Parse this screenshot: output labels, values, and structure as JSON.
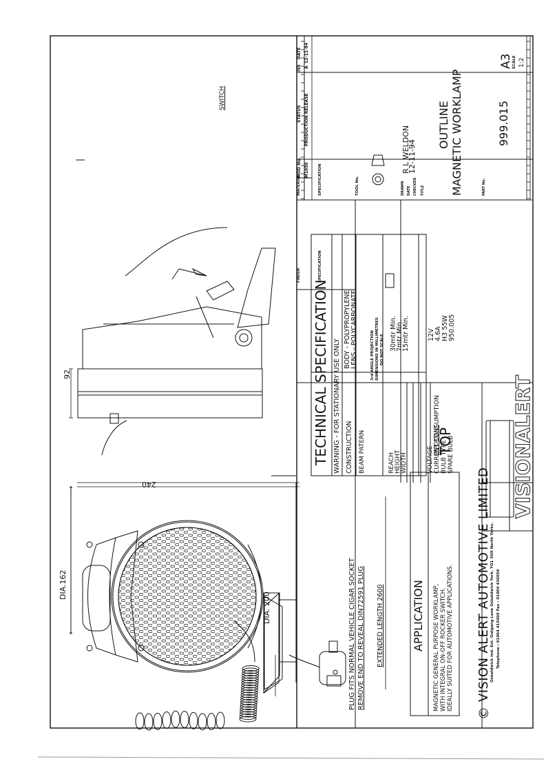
{
  "mod_table": {
    "headers": {
      "mod_no": "MOD No.",
      "status": "STATUS",
      "iss": "ISS",
      "date": "DATE"
    },
    "rows": [
      {
        "mod_no": "M1050",
        "status": "PRODUCTION RELEASE",
        "iss": "A",
        "date": "12-11-94"
      }
    ]
  },
  "material": {
    "label": "MATERIAL",
    "specification_label": "SPECIFICATION"
  },
  "finish": {
    "label": "FINISH",
    "specification_label": "SPECIFICATION"
  },
  "tool_no_label": "TOOL No.",
  "projection": {
    "line1": "3rd ANGLE PROJECTION",
    "line2": "DIMENSIONS IN MILLIMETRES",
    "line3": "DO NOT SCALE"
  },
  "drawn": {
    "label": "DRAWN",
    "value": "R L WELDON"
  },
  "date": {
    "label": "DATE",
    "value": "12-11-94"
  },
  "checked": {
    "label": "CHECKED",
    "value": ""
  },
  "title": {
    "label": "TITLE",
    "line1": "OUTLINE",
    "line2": "MAGNETIC WORKLAMP"
  },
  "part_no": {
    "label": "PART No.",
    "value": "999.015"
  },
  "sheet_size": "A3",
  "scale": {
    "label": "SCALE",
    "value": "1:2"
  },
  "logo_text": "VISIONALERT",
  "company": {
    "copyright": "©",
    "name": "VISION ALERT AUTOMOTIVE LIMITED",
    "address": "Osbaldwick Ind. Est. Outgang Lane Osbaldwick York. YO1 3UX North Yorks.",
    "phone": "Telephone : 01904 415000 Fax : 01904 430059"
  },
  "tech_spec": {
    "title": "TECHNICAL SPECIFICATION",
    "warning": "WARNING - FOR STATIONARY USE ONLY",
    "construction_label": "CONSTRUCTION",
    "construction_values": [
      "BODY - POLYPROPYLENE",
      "LENS - POLYCARBONATE"
    ],
    "beam_label": "BEAM PATERN",
    "dims_labels": [
      "REACH",
      "HEIGHT",
      "WIDTH"
    ],
    "dims_values": [
      "30mtr Min.",
      "7mtr Min.",
      "15mtr Min."
    ],
    "elec_labels": [
      "VOLTAGE",
      "CURRENT CONSUMPTION",
      "BULB TYPE",
      "SPARE BULB"
    ],
    "elec_values": [
      "12V",
      "4.6A",
      "H3 55W",
      "950.005"
    ]
  },
  "application": {
    "title": "APPLICATION",
    "lines": [
      "MAGNETIC GENERAL PURPOSE WORKLAMP,",
      "WITH INTEGRAL ON-OFF ROCKER SWITCH.",
      "IDEALLY SUITED FOR AUTOMOTIVE APPLICATIONS."
    ]
  },
  "plug_note": [
    "PLUG FITS NORMAL VEHICLE CIGAR SOCKET",
    "REMOVE END TO REVEAL DIN72591 PLUG"
  ],
  "extended_length": "EXTENDED LENGTH 2600",
  "dims": {
    "dia_162": "DIA.162",
    "dia_200": "DIA. 200",
    "h_240": "240",
    "d_92": "92"
  },
  "callouts": {
    "important": "IMPORTANT",
    "top": "TOP",
    "switch": "SWITCH"
  }
}
